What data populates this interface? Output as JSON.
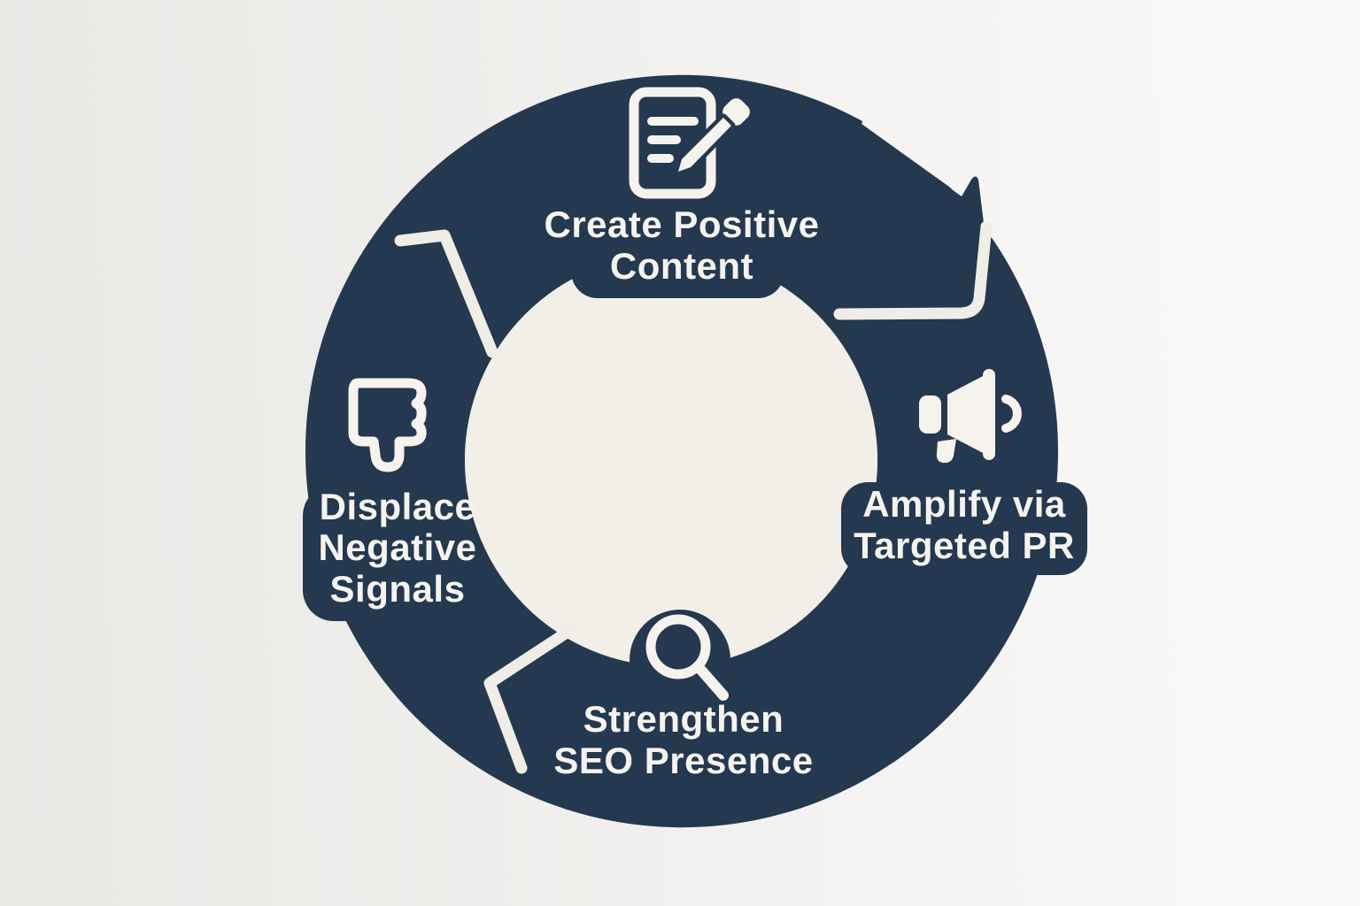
{
  "title": "Reputation management cycle diagram",
  "colors": {
    "ring": "#24384f",
    "hole": "#f2efe8",
    "bg_left": "#e9e8e5",
    "bg_right": "#fbfaf9",
    "separator": "#f0ede7",
    "icon": "#f6f3ee",
    "text": "#f6f3ee"
  },
  "cycle": {
    "steps": [
      {
        "label": "Create Positive Content",
        "lines": [
          "Create Positive",
          "Content"
        ],
        "icon": "document-pencil-icon",
        "position": "top"
      },
      {
        "label": "Amplify via Targeted PR",
        "lines": [
          "Amplify via",
          "Targeted PR"
        ],
        "icon": "megaphone-icon",
        "position": "right"
      },
      {
        "label": "Strengthen SEO Presence",
        "lines": [
          "Strengthen",
          "SEO Presence"
        ],
        "icon": "search-icon",
        "position": "bottom"
      },
      {
        "label": "Displace Negative Signals",
        "lines": [
          "Displace",
          "Negative",
          "Signals"
        ],
        "icon": "thumbs-down-icon",
        "position": "left"
      }
    ]
  }
}
